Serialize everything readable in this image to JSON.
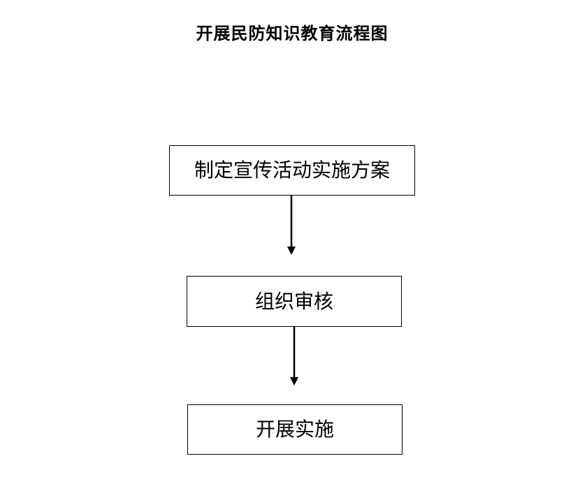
{
  "diagram": {
    "title": "开展民防知识教育流程图",
    "steps": [
      {
        "label": "制定宣传活动实施方案"
      },
      {
        "label": "组织审核"
      },
      {
        "label": "开展实施"
      }
    ]
  }
}
